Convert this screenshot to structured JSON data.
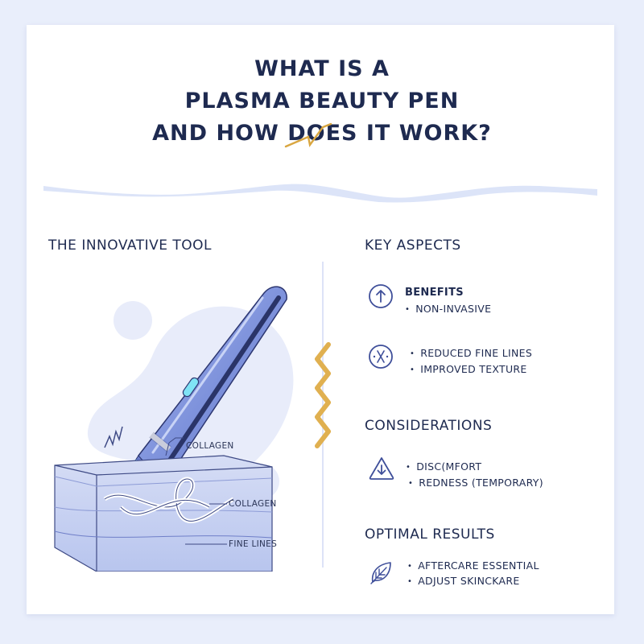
{
  "title": {
    "line1": "WHAT IS A",
    "line2": "PLASMA BEAUTY PEN",
    "line3_pre": "AND HOW ",
    "line3_struck": "DOES",
    "line3_post": " IT WORK?"
  },
  "left_section": {
    "heading": "THE INNOVATIVE TOOL",
    "labels": {
      "collagen_top": "COLLAGEN",
      "collagen_mid": "COLLAGEN",
      "fine_lines": "FINE LINES"
    }
  },
  "right_section": {
    "heading": "KEY ASPECTS",
    "groups": [
      {
        "icon": "arrow-up-circle-icon",
        "subheading": "BENEFITS",
        "bullets": [
          "NON-INVASIVE"
        ]
      },
      {
        "icon": "x-circle-icon",
        "subheading": "",
        "bullets": [
          "REDUCED FINE LINES",
          "IMPROVED TEXTURE"
        ]
      }
    ],
    "considerations": {
      "heading": "CONSIDERATIONS",
      "icon": "arrow-down-triangle-icon",
      "bullets": [
        "DISC(MFORT",
        "REDNESS (TEMPORARY)"
      ]
    },
    "optimal": {
      "heading": "OPTIMAL RESULTS",
      "icon": "leaf-icon",
      "bullets": [
        "AFTERCARE ESSENTIAL",
        "ADJUST SKINCKARE"
      ]
    }
  },
  "colors": {
    "navy": "#1e2a50",
    "accent_blue": "#3f4f9a",
    "wave": "#dce4f8",
    "gold": "#e0b050",
    "page_bg": "#e9eefb"
  }
}
